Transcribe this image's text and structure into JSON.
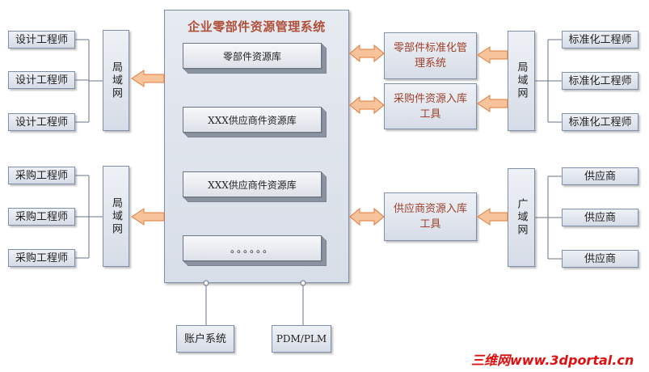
{
  "main_system": {
    "title": "企业零部件资源管理系统",
    "repositories": [
      "零部件资源库",
      "XXX供应商件资源库",
      "XXX供应商件资源库",
      "。。。。。。"
    ]
  },
  "left": {
    "design_engineers": [
      "设计工程师",
      "设计工程师",
      "设计工程师"
    ],
    "design_network": "局域网",
    "purchase_engineers": [
      "采购工程师",
      "采购工程师",
      "采购工程师"
    ],
    "purchase_network": "局域网"
  },
  "right": {
    "tools": [
      "零部件标准化管理系统",
      "采购件资源入库工具",
      "供应商资源入库工具"
    ],
    "standard_network": "局域网",
    "standard_engineers": [
      "标准化工程师",
      "标准化工程师",
      "标准化工程师"
    ],
    "wide_network": "广域网",
    "suppliers": [
      "供应商",
      "供应商",
      "供应商"
    ]
  },
  "bottom": {
    "account_system": "账户系统",
    "pdm_plm": "PDM/PLM"
  },
  "watermark": "三维网www.3dportal.cn",
  "colors": {
    "box-fill-top": "#eef1f6",
    "box-fill-bottom": "#d6dce7",
    "box-border": "#7f8fa9",
    "arrow-fill": "#f7c39a",
    "arrow-stroke": "#e07b3a",
    "title-color": "#b0503a",
    "tool-text": "#a0402a",
    "line-color": "#6a7488",
    "watermark": "#e01010"
  }
}
